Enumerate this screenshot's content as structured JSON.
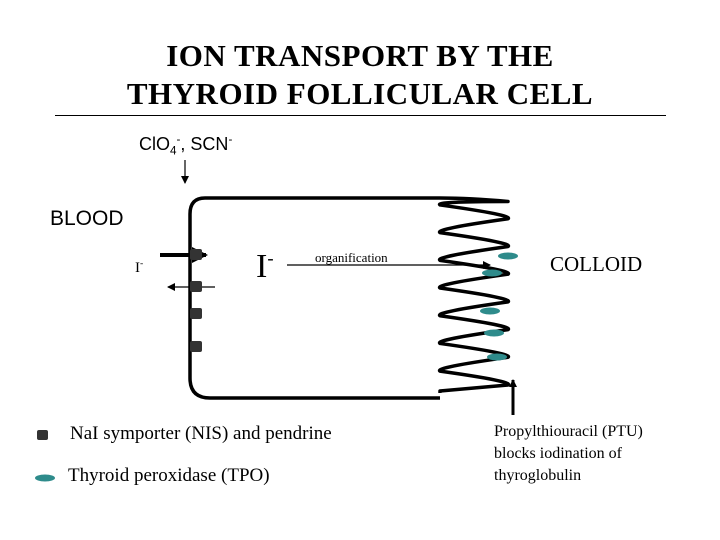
{
  "title": {
    "line1": "ION TRANSPORT BY THE",
    "line2": "THYROID FOLLICULAR CELL"
  },
  "inhibitors": {
    "text_part1": "ClO",
    "text_sub": "4",
    "text_sup1": "-",
    "text_part2": ", SCN",
    "text_sup2": "-"
  },
  "labels": {
    "blood": "BLOOD",
    "colloid": "COLLOID",
    "iodide_small": "I",
    "iodide_small_sup": "-",
    "iodide_large": "I",
    "iodide_large_sup": "-",
    "organification": "organification"
  },
  "legend": {
    "nis": "NaI symporter (NIS) and pendrine",
    "tpo": "Thyroid peroxidase (TPO)"
  },
  "ptu_note": {
    "line1": "Propylthiouracil (PTU)",
    "line2": "blocks iodination of",
    "line3": "thyroglobulin"
  },
  "colors": {
    "tpo": "#2e8b8b",
    "nis": "#333333"
  }
}
